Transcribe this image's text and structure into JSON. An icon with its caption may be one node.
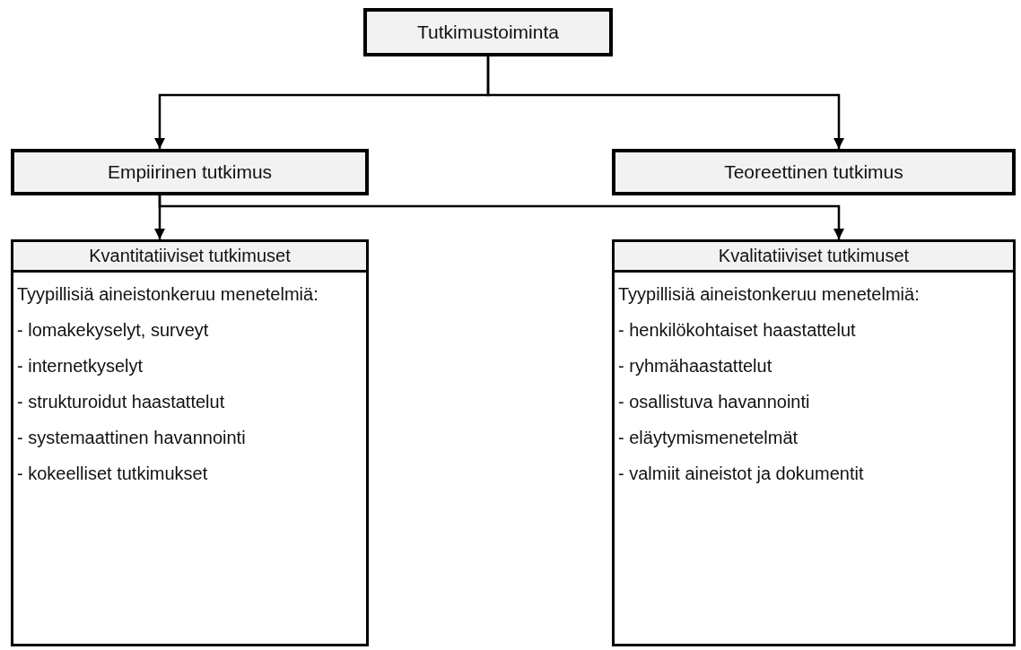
{
  "diagram": {
    "nodes": [
      {
        "text": [
          "Tutkimustoiminta"
        ]
      },
      {
        "text": [
          "Empiirinen tutkimus"
        ]
      },
      {
        "text": [
          "Teoreettinen tutkimus"
        ]
      },
      {
        "text": [
          "Kvantitatiiviset tutkimuset",
          "Tyypillisiä aineistonkeruu menetelmiä:",
          "- lomakekyselyt, surveyt",
          "- internetkyselyt",
          "- strukturoidut haastattelut",
          "- systemaattinen havannointi",
          "- kokeelliset tutkimukset"
        ]
      },
      {
        "text": [
          "Kvalitatiiviset tutkimuset",
          "Tyypillisiä aineistonkeruu menetelmiä:",
          "- henkilökohtaiset haastattelut",
          "- ryhmähaastattelut",
          "- osallistuva havannointi",
          "- eläytymismenetelmät",
          "- valmiit aineistot ja dokumentit"
        ]
      }
    ],
    "edges": [
      {
        "from": 0,
        "to": 1,
        "arrow": "to"
      },
      {
        "from": 0,
        "to": 2,
        "arrow": "to"
      },
      {
        "from": 1,
        "to": 3,
        "arrow": "to"
      },
      {
        "from": 1,
        "to": 4,
        "arrow": "to"
      }
    ]
  }
}
